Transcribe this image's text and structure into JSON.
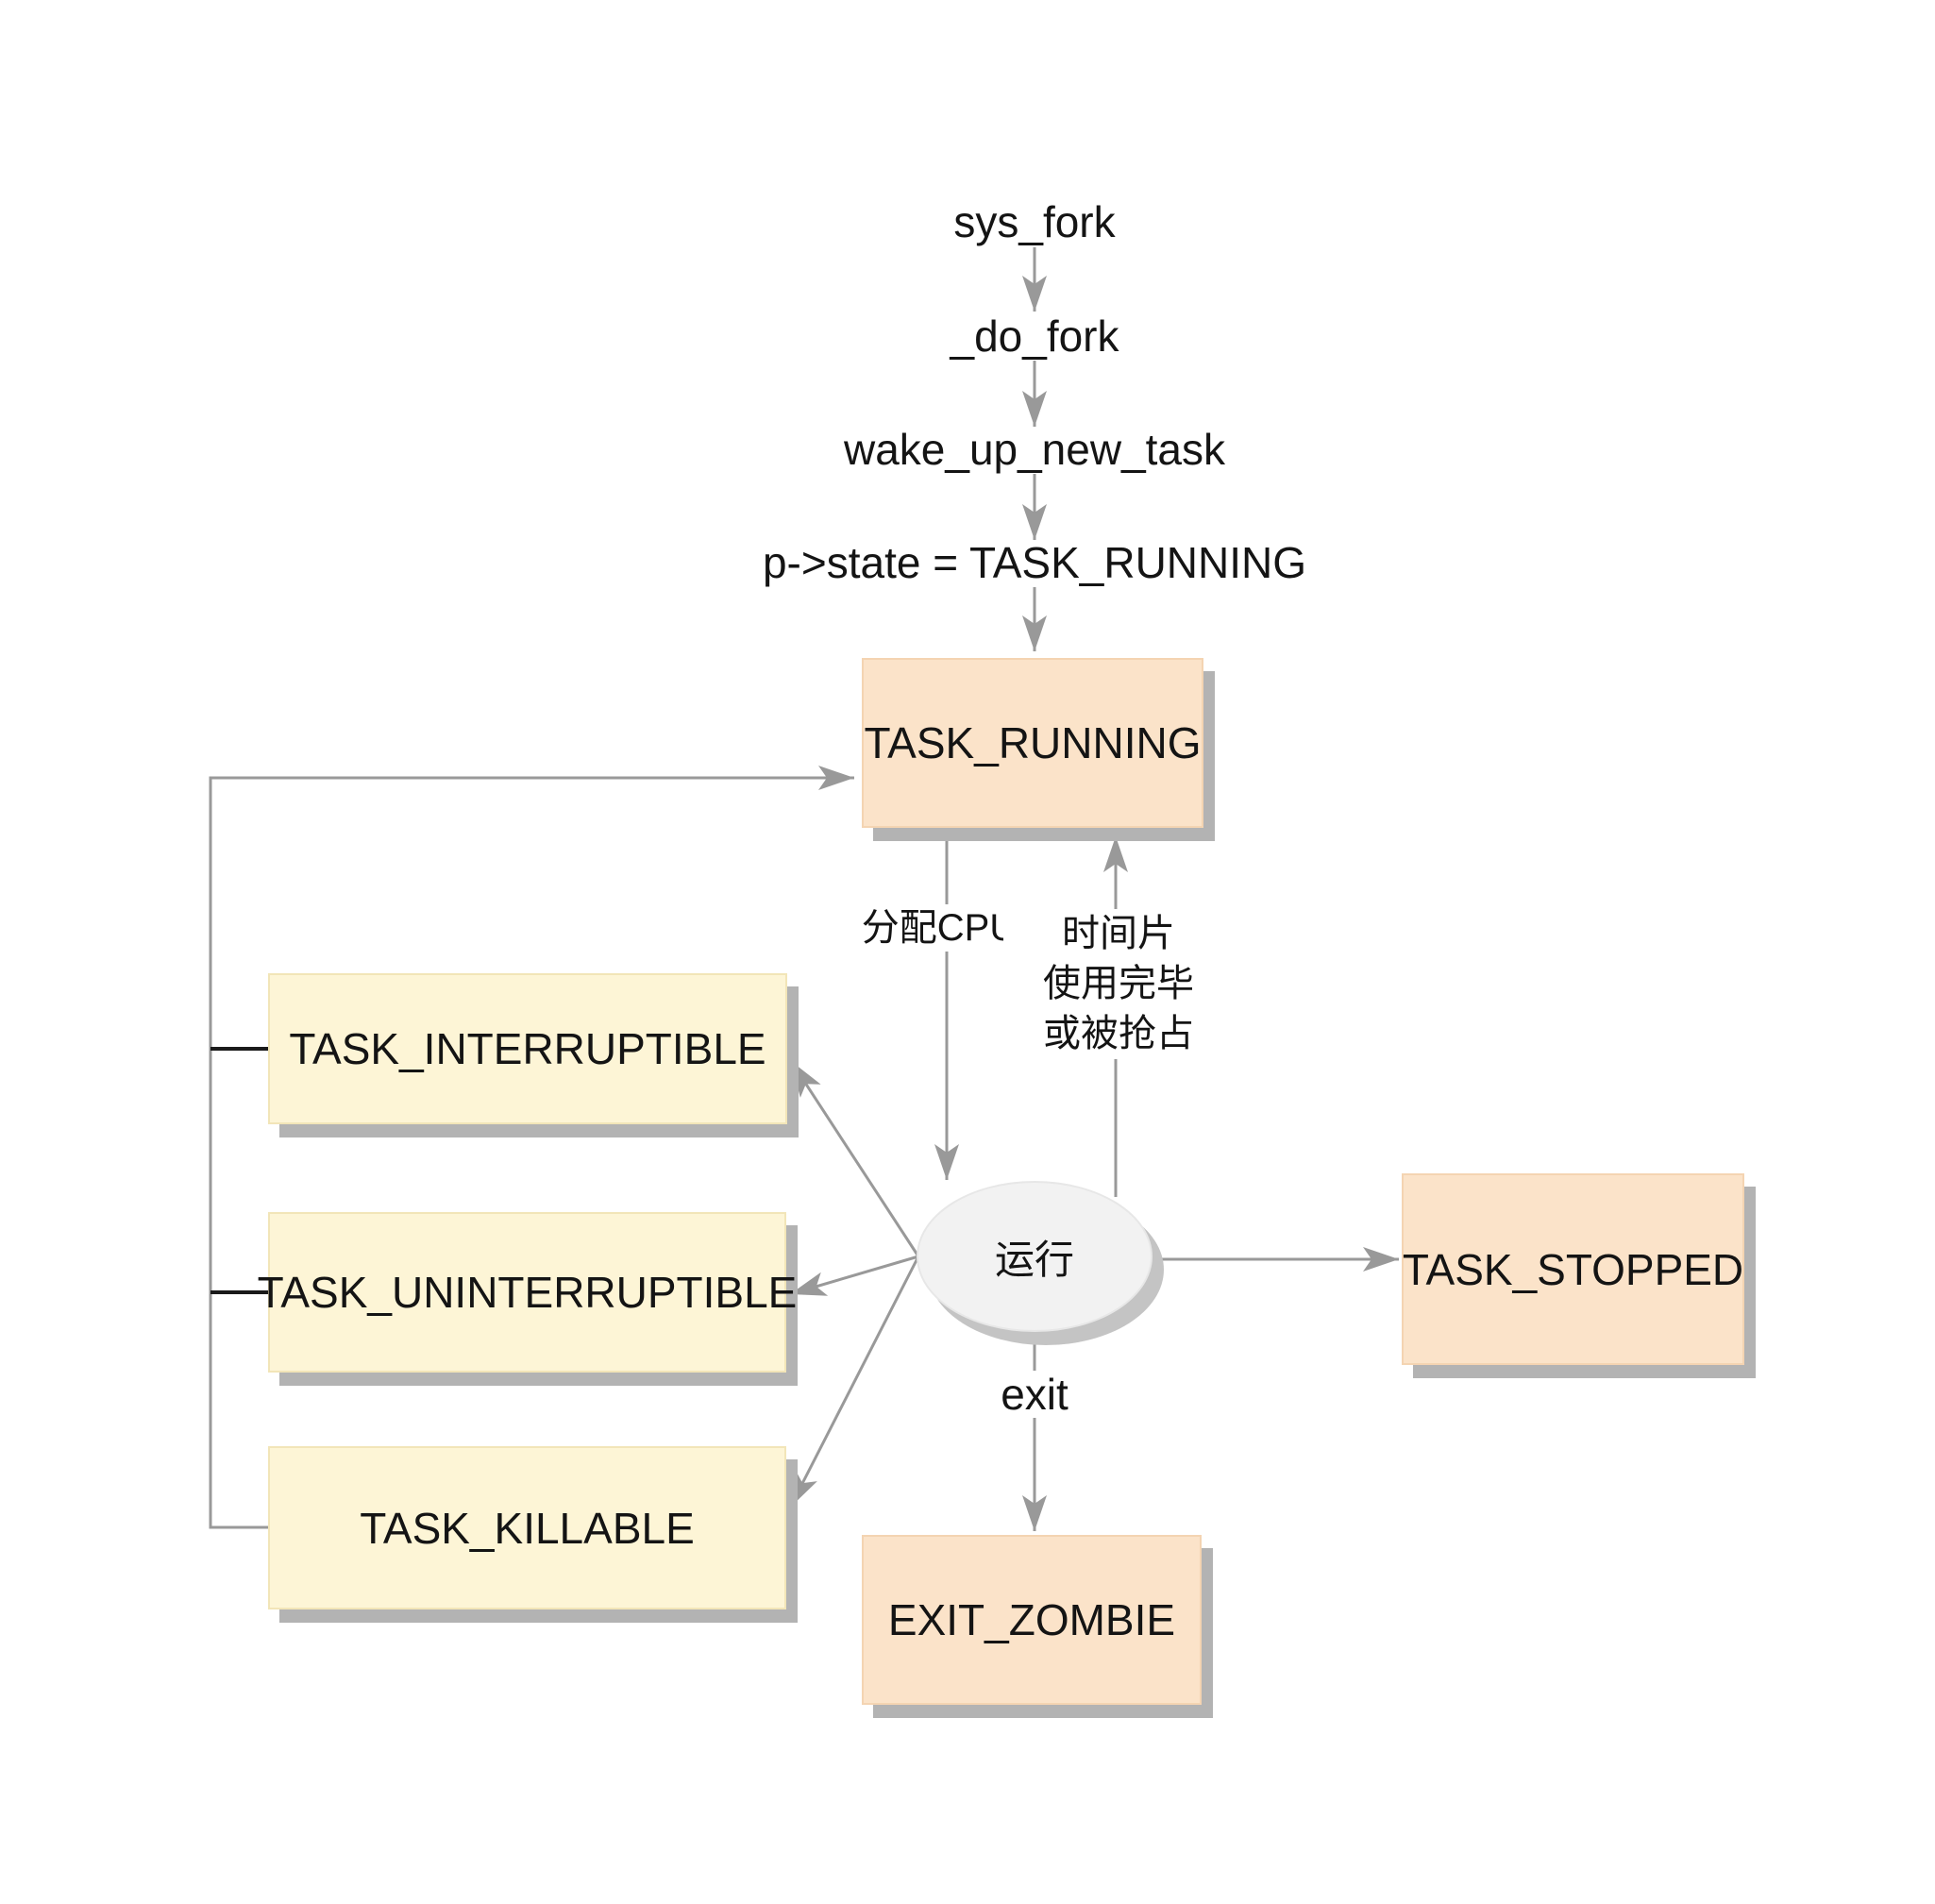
{
  "diagram": {
    "call_chain": {
      "steps": [
        "sys_fork",
        "_do_fork",
        "wake_up_new_task",
        "p->state = TASK_RUNNING"
      ]
    },
    "nodes": {
      "task_running": "TASK_RUNNING",
      "task_interruptible": "TASK_INTERRUPTIBLE",
      "task_uninterruptible": "TASK_UNINTERRUPTIBLE",
      "task_killable": "TASK_KILLABLE",
      "task_stopped": "TASK_STOPPED",
      "exit_zombie": "EXIT_ZOMBIE",
      "running": "运行"
    },
    "edge_labels": {
      "allocate_cpu": "分配CPU",
      "timeslice": [
        "时间片",
        "使用完毕",
        "或被抢占"
      ],
      "exit": "exit"
    },
    "colors": {
      "state_box_fill": "#fbe3c9",
      "sleep_box_fill": "#fdf5d6",
      "ellipse_fill": "#f2f2f2",
      "line_gray": "#999999",
      "connector_black": "#1a1a1a",
      "shadow_gray": "#b3b3b3"
    }
  }
}
